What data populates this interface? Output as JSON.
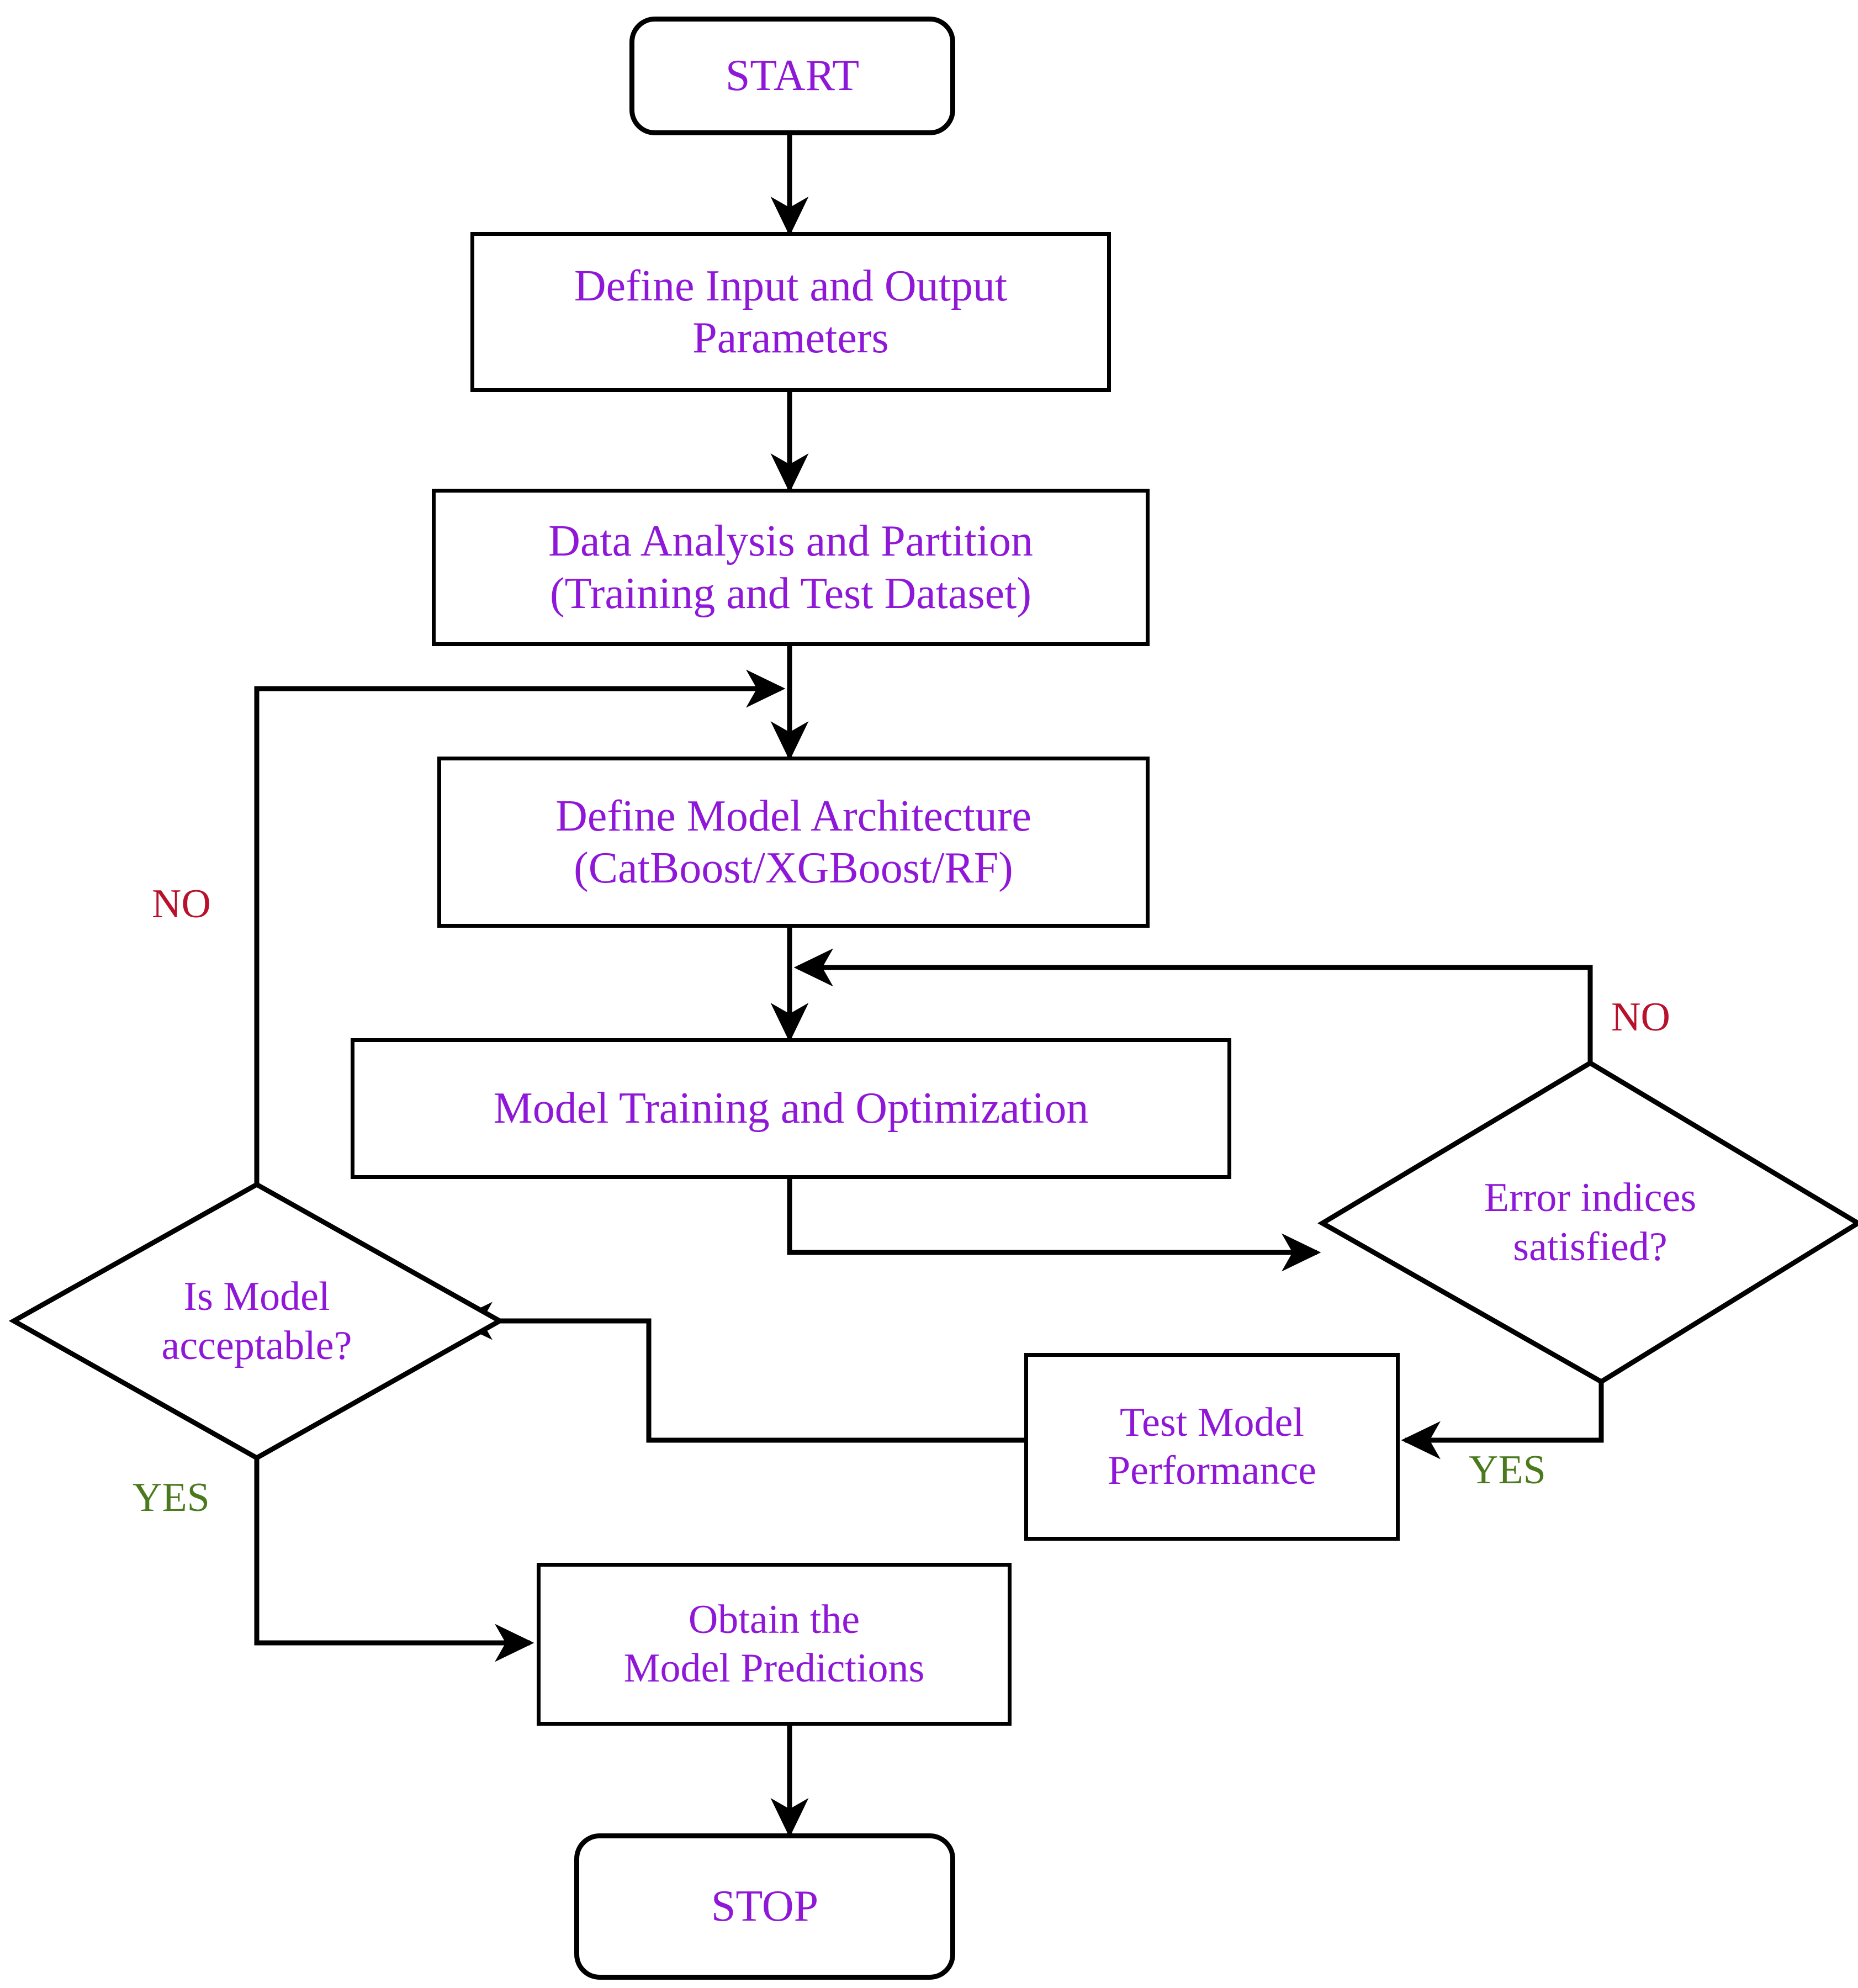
{
  "diagram": {
    "title": "Machine Learning Model Development Flowchart",
    "colors": {
      "node_text": "#8f18d8",
      "no_label": "#b8112c",
      "yes_label": "#4b7a1e",
      "edge": "#000000",
      "background": "#ffffff"
    }
  },
  "nodes": {
    "start": {
      "label": "START",
      "shape": "terminator"
    },
    "define_io": {
      "line1": "Define Input and Output",
      "line2": "Parameters",
      "shape": "rectangle"
    },
    "data_analysis": {
      "line1": "Data Analysis and Partition",
      "line2": "(Training and Test Dataset)",
      "shape": "rectangle"
    },
    "define_arch": {
      "line1": "Define Model Architecture",
      "line2": "(CatBoost/XGBoost/RF)",
      "shape": "rectangle"
    },
    "train": {
      "line1": "Model Training and Optimization",
      "shape": "rectangle"
    },
    "error_decision": {
      "line1": "Error indices",
      "line2": "satisfied?",
      "shape": "diamond"
    },
    "test_perf": {
      "line1": "Test Model",
      "line2": "Performance",
      "shape": "rectangle"
    },
    "model_decision": {
      "line1": "Is Model",
      "line2": "acceptable?",
      "shape": "diamond"
    },
    "obtain": {
      "line1": "Obtain the",
      "line2": "Model Predictions",
      "shape": "rectangle"
    },
    "stop": {
      "label": "STOP",
      "shape": "terminator"
    }
  },
  "edge_labels": {
    "no_left": "NO",
    "no_right": "NO",
    "yes_right": "YES",
    "yes_left": "YES"
  }
}
